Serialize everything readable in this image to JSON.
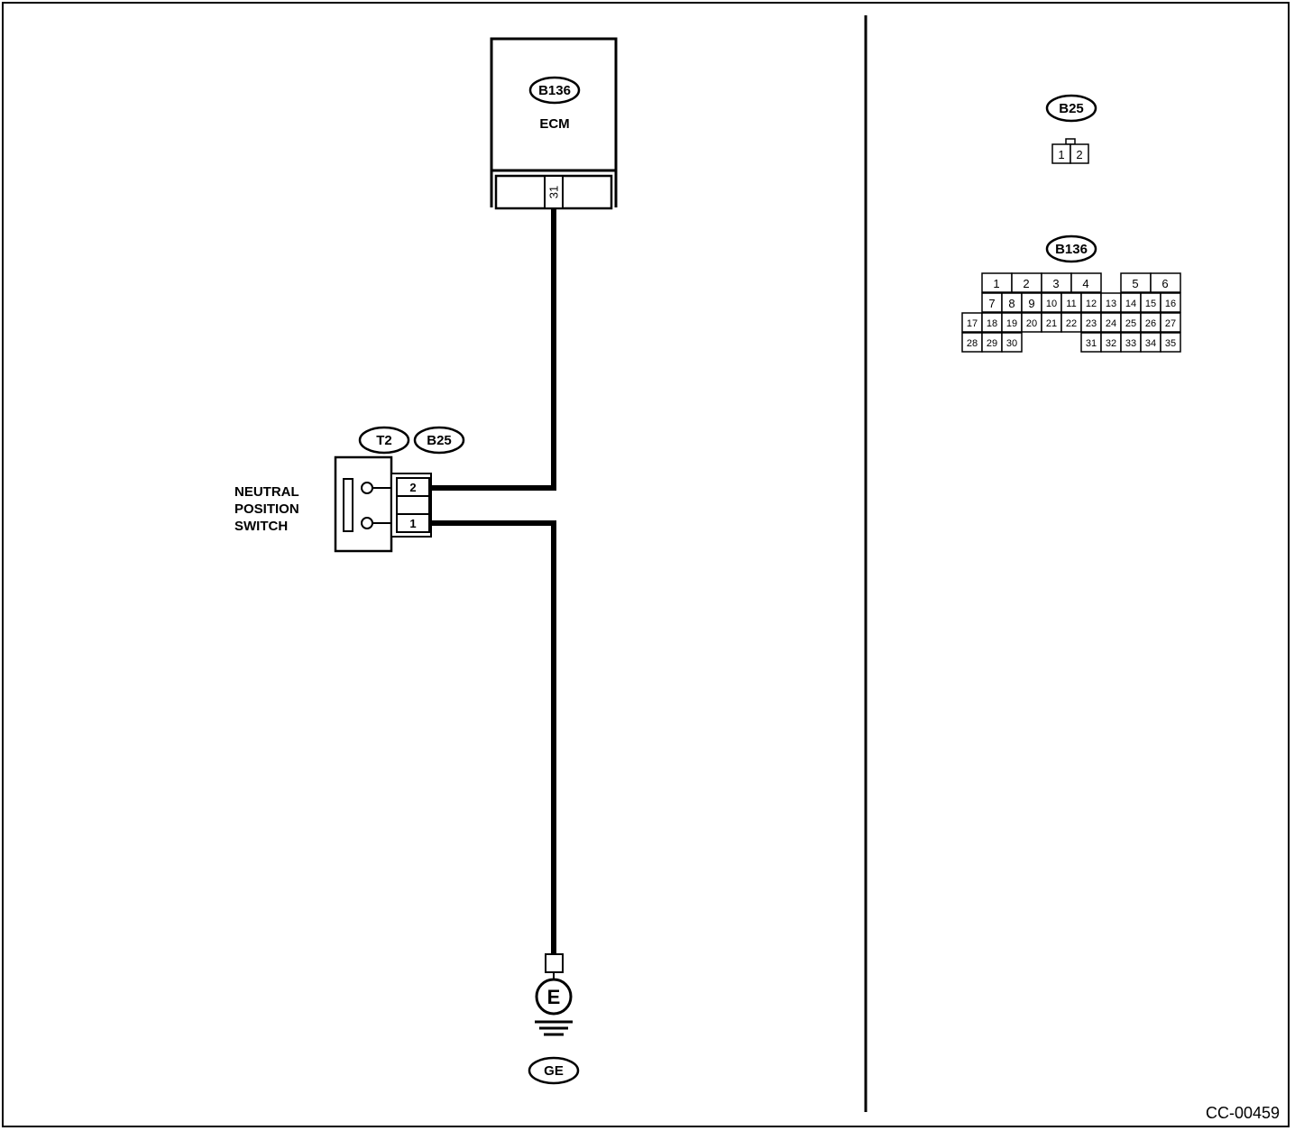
{
  "ecm": {
    "connector_code": "B136",
    "name": "ECM",
    "terminal": "31"
  },
  "switch": {
    "connector_codes": [
      "T2",
      "B25"
    ],
    "name_lines": [
      "NEUTRAL",
      "POSITION",
      "SWITCH"
    ],
    "terminals": [
      "2",
      "1"
    ]
  },
  "ground": {
    "symbol": "E",
    "code": "GE"
  },
  "connectors": {
    "b25": {
      "code": "B25",
      "pins": [
        "1",
        "2"
      ]
    },
    "b136": {
      "code": "B136",
      "rows": [
        [
          "1",
          "2",
          "3",
          "4",
          "5",
          "6"
        ],
        [
          "7",
          "8",
          "9",
          "10",
          "11",
          "12",
          "13",
          "14",
          "15",
          "16"
        ],
        [
          "17",
          "18",
          "19",
          "20",
          "21",
          "22",
          "23",
          "24",
          "25",
          "26",
          "27"
        ],
        [
          "28",
          "29",
          "30",
          "31",
          "32",
          "33",
          "34",
          "35"
        ]
      ]
    }
  },
  "figure_id": "CC-00459"
}
